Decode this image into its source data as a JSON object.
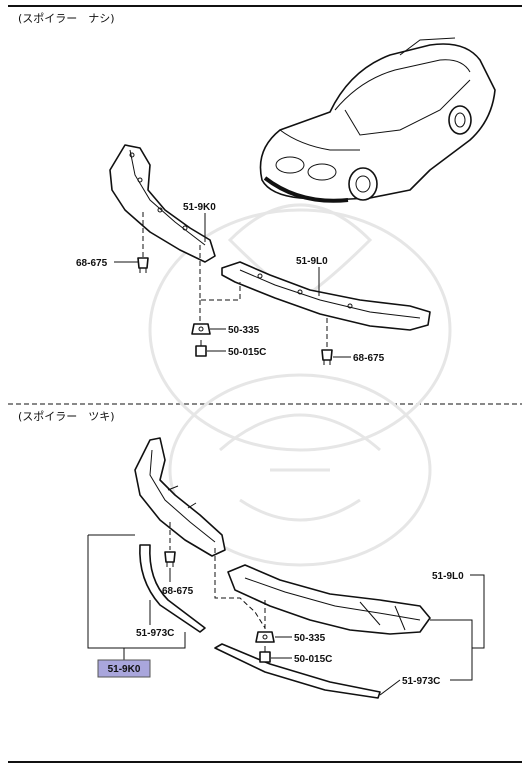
{
  "sections": {
    "top": {
      "title": "(スポイラー　ナシ)"
    },
    "bottom": {
      "title": "(スポイラー　ツキ)"
    }
  },
  "callouts": {
    "top": {
      "p1": "51-9K0",
      "p2": "51-9L0",
      "p3": "68-675",
      "p4": "50-335",
      "p5": "50-015C",
      "p6": "68-675"
    },
    "bottom": {
      "p1": "68-675",
      "p2": "51-973C",
      "p3": "51-9L0",
      "p4": "50-335",
      "p5": "50-015C",
      "p6": "51-973C",
      "highlight": "51-9K0"
    }
  },
  "colors": {
    "line": "#111111",
    "highlight": "#a9a6dc",
    "watermark": "#e6e6e6"
  }
}
